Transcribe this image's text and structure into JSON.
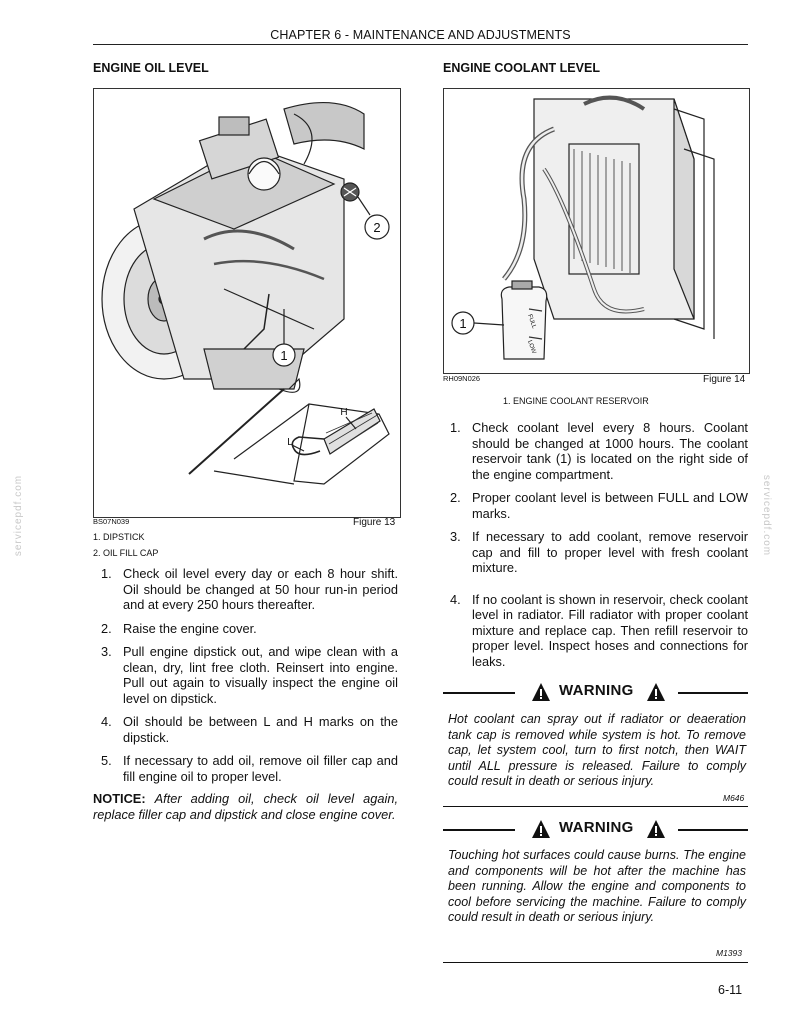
{
  "header": {
    "chapter": "CHAPTER 6 - MAINTENANCE AND ADJUSTMENTS"
  },
  "left": {
    "title": "ENGINE OIL LEVEL",
    "figure": {
      "ref": "BS07N039",
      "caption": "Figure 13",
      "callouts": [
        "1",
        "2"
      ],
      "dipstick_marks": [
        "H",
        "L"
      ],
      "legend": [
        "1. DIPSTICK",
        "2. OIL FILL CAP"
      ]
    },
    "steps": [
      {
        "num": "1.",
        "text": "Check oil level every day or each 8 hour shift. Oil should be changed at 50 hour run-in period and at every 250 hours thereafter."
      },
      {
        "num": "2.",
        "text": "Raise the engine cover."
      },
      {
        "num": "3.",
        "text": "Pull engine dipstick out, and wipe clean with a clean, dry, lint free cloth. Reinsert into engine. Pull out again to visually inspect the engine oil level on dipstick."
      },
      {
        "num": "4.",
        "text": "Oil should be between L and H marks on the dipstick."
      },
      {
        "num": "5.",
        "text": "If necessary to add oil, remove oil filler cap and fill engine oil to proper level."
      }
    ],
    "notice": {
      "label": "NOTICE:",
      "text": "After adding oil, check oil level again, replace filler cap and dipstick and close engine cover."
    }
  },
  "right": {
    "title": "ENGINE COOLANT LEVEL",
    "figure": {
      "ref": "RH09N026",
      "caption": "Figure 14",
      "callout": "1",
      "reservoir_marks": [
        "FULL",
        "LOW"
      ],
      "legend": "1. ENGINE COOLANT RESERVOIR"
    },
    "steps": [
      {
        "num": "1.",
        "text": "Check coolant level every 8 hours. Coolant should be changed at 1000 hours. The coolant reservoir tank (1) is located on the right side of the engine compartment."
      },
      {
        "num": "2.",
        "text": "Proper coolant level is between FULL and LOW marks."
      },
      {
        "num": "3.",
        "text": "If necessary to add coolant, remove reservoir cap and fill to proper level with fresh coolant mixture."
      },
      {
        "num": "4.",
        "text": "If no coolant is shown in reservoir, check coolant level in radiator. Fill radiator with proper coolant mixture and replace cap. Then refill reservoir to proper level. Inspect hoses and connections for leaks."
      }
    ],
    "warnings": [
      {
        "label": "WARNING",
        "text": "Hot coolant can spray out if radiator or deaeration tank cap is removed while system is hot. To remove cap, let system cool, turn to first notch, then WAIT until ALL pressure is released. Failure to comply could result in death or serious injury.",
        "code": "M646"
      },
      {
        "label": "WARNING",
        "text": "Touching hot surfaces could cause burns. The engine and components will be hot after the machine has been running. Allow the engine and components to cool before servicing the machine. Failure to comply could result in death or serious injury.",
        "code": "M1393"
      }
    ]
  },
  "watermark": "servicepdf.com",
  "page_number": "6-11"
}
